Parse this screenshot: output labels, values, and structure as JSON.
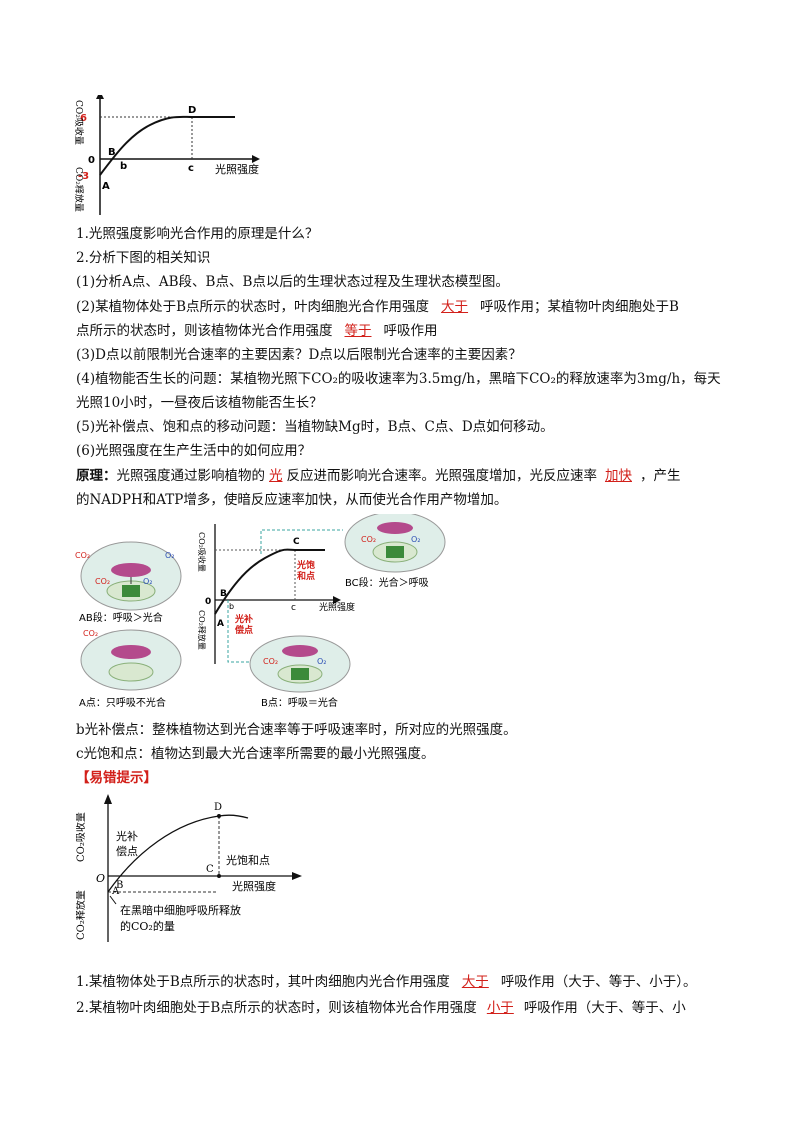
{
  "graph1": {
    "y_top_label": "CO₂吸收量",
    "y_bottom_label": "CO₂释放量",
    "x_label": "光照强度",
    "tick_6": "6",
    "tick_0": "0",
    "tick_m3": "-3",
    "pt_A": "A",
    "pt_B": "B",
    "pt_b": "b",
    "pt_c": "c",
    "pt_D": "D"
  },
  "questions": {
    "q1": "1.光照强度影响光合作用的原理是什么？",
    "q2": "2.分析下图的相关知识",
    "q2_1": "(1)分析A点、AB段、B点、B点以后的生理状态过程及生理状态模型图。",
    "q2_2_a": "(2)某植物体处于B点所示的状态时，叶肉细胞光合作用强度",
    "q2_2_blank1": "大于",
    "q2_2_b": "呼吸作用；某植物叶肉细胞处于B",
    "q2_2_c": "点所示的状态时，则该植物体光合作用强度",
    "q2_2_blank2": "等于",
    "q2_2_d": "呼吸作用",
    "q2_3": "(3)D点以前限制光合速率的主要因素？D点以后限制光合速率的主要因素？",
    "q2_4_a": "(4)植物能否生长的问题：某植物光照下CO₂的吸收速率为3.5mg/h，黑暗下CO₂的释放速率为3mg/h，每天",
    "q2_4_b": "光照10小时，一昼夜后该植物能否生长？",
    "q2_5": "(5)光补偿点、饱和点的移动问题：当植物缺Mg时，B点、C点、D点如何移动。",
    "q2_6": "(6)光照强度在生产生活中的如何应用？"
  },
  "principle": {
    "label": "原理：",
    "t1": "光照强度通过影响植物的",
    "blank1": "光",
    "t2": "反应进而影响光合速率。光照强度增加，光反应速率",
    "blank2": "加快",
    "t3": "，产生",
    "t4": "的NADPH和ATP增多，使暗反应速率加快，从而使光合作用产物增加。"
  },
  "graph2": {
    "y_top_label": "CO₂吸收量",
    "y_bottom_label": "CO₂释放量",
    "x_label": "光照强度",
    "saturation_label_1": "光饱",
    "saturation_label_2": "和点",
    "compensation_label_1": "光补",
    "compensation_label_2": "偿点",
    "pt_0": "0",
    "pt_A": "A",
    "pt_B": "B",
    "pt_b": "b",
    "pt_c": "c",
    "pt_C": "C",
    "co2": "CO₂",
    "o2": "O₂",
    "cap_AB": "AB段：呼吸＞光合",
    "cap_A": "A点：只呼吸不光合",
    "cap_B": "B点：呼吸＝光合",
    "cap_BC": "BC段：光合＞呼吸"
  },
  "definitions": {
    "b": "b光补偿点：整株植物达到光合速率等于呼吸速率时，所对应的光照强度。",
    "c": "c光饱和点：植物达到最大光合速率所需要的最小光照强度。"
  },
  "tips": {
    "title": "【易错提示】"
  },
  "graph3": {
    "y_top_label": "CO₂吸收量",
    "y_bottom_label": "CO₂释放量",
    "x_label": "光照强度",
    "pt_O": "O",
    "pt_A": "A",
    "pt_B": "B",
    "pt_C": "C",
    "pt_D": "D",
    "compensation_1": "光补",
    "compensation_2": "偿点",
    "saturation": "光饱和点",
    "dark_1": "在黑暗中细胞呼吸所释放",
    "dark_2": "的CO₂的量"
  },
  "final": {
    "f1_a": "1.某植物体处于B点所示的状态时，其叶肉细胞内光合作用强度",
    "f1_blank": "大于",
    "f1_b": "呼吸作用（大于、等于、小于）。",
    "f2_a": "2.某植物叶肉细胞处于B点所示的状态时，则该植物体光合作用强度",
    "f2_blank": "小于",
    "f2_b": "呼吸作用（大于、等于、小"
  },
  "colors": {
    "red": "#d2201a",
    "blue": "#2c4fb5",
    "cell_fill": "#dfeee9",
    "chloroplast": "#d9e8d0",
    "mito": "#b44a8c",
    "guide": "#3aa6a0"
  }
}
